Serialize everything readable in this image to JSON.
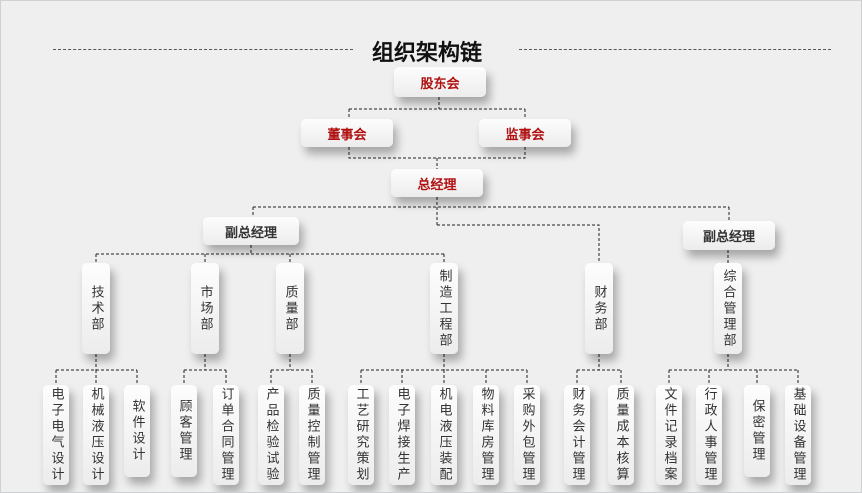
{
  "title": "组织架构链",
  "level0": {
    "shareholders": "股东会"
  },
  "level1": {
    "board": "董事会",
    "supervisors": "监事会"
  },
  "level2": {
    "gm": "总经理"
  },
  "level3": {
    "vgm_left": "副总经理",
    "vgm_right": "副总经理"
  },
  "departments": {
    "tech": "技术部",
    "market": "市场部",
    "quality": "质量部",
    "manufacturing": "制造工程部",
    "finance": "财务部",
    "general": "综合管理部"
  },
  "functions": {
    "electrical_design": "电子电气设计",
    "hydraulic_design": "机械液压设计",
    "software_design": "软件设计",
    "customer_mgmt": "顾客管理",
    "order_contract_mgmt": "订单合同管理",
    "product_testing": "产品检验试验",
    "quality_control_mgmt": "质量控制管理",
    "process_planning": "工艺研究策划",
    "welding_production": "电子焊接生产",
    "electrohydraulic_assembly": "机电液压装配",
    "warehouse_mgmt": "物料库房管理",
    "outsourcing_mgmt": "采购外包管理",
    "accounting_mgmt": "财务会计管理",
    "quality_cost_accounting": "质量成本核算",
    "document_archives": "文件记录档案",
    "admin_hr_mgmt": "行政人事管理",
    "confidentiality_mgmt": "保密管理",
    "facility_mgmt": "基础设备管理"
  },
  "colors": {
    "top_levels": "#b01010",
    "lower_levels": "#333333",
    "background": "#efefef"
  }
}
